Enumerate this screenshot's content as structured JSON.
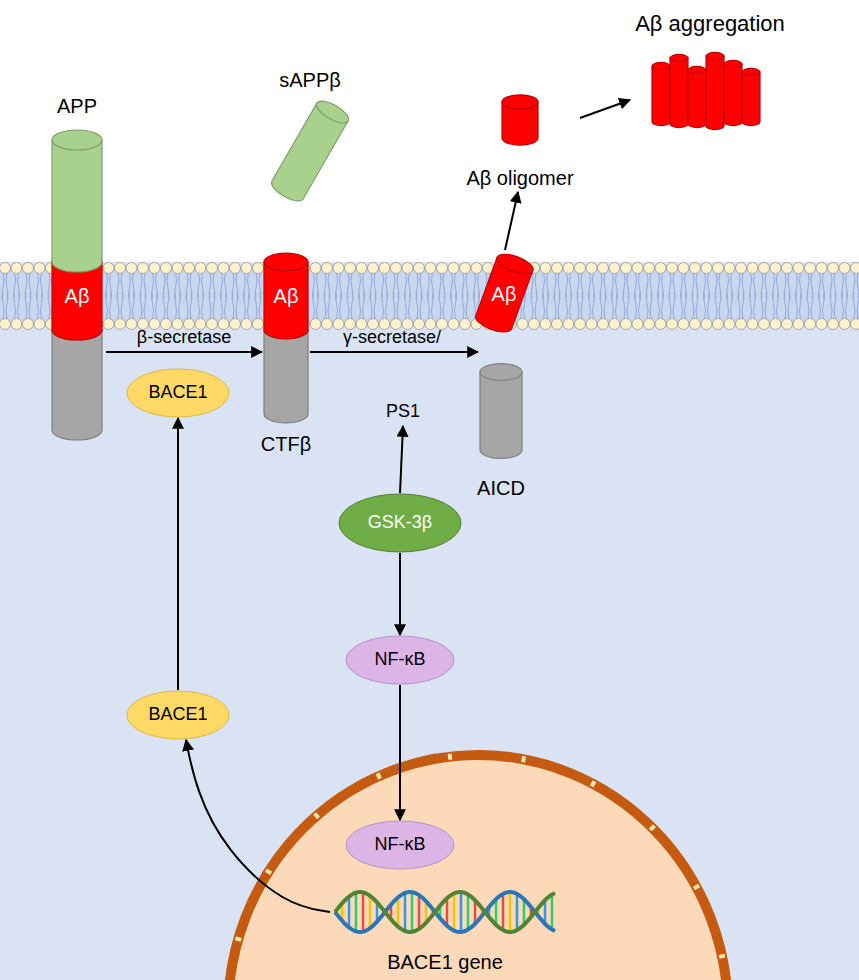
{
  "diagram": {
    "nodes": [
      {
        "text": [
          "APP",
          "Aβ"
        ]
      },
      {
        "text": [
          "sAPPβ"
        ]
      },
      {
        "text": [
          "Aβ aggregation"
        ]
      },
      {
        "text": [
          "Aβ oligomer"
        ]
      },
      {
        "text": [
          "Aβ",
          "CTFβ"
        ]
      },
      {
        "text": [
          "Aβ"
        ]
      },
      {
        "text": [
          "BACE1"
        ]
      },
      {
        "text": [
          "PS1"
        ]
      },
      {
        "text": [
          "AICD"
        ]
      },
      {
        "text": [
          "GSK-3β"
        ]
      },
      {
        "text": [
          "NF-κB"
        ]
      },
      {
        "text": [
          "BACE1"
        ]
      },
      {
        "text": [
          "NF-κB"
        ]
      },
      {
        "text": [
          "BACE1 gene"
        ]
      }
    ],
    "edges": [
      {
        "from": 0,
        "to": 4,
        "arrow": "to",
        "label": "β-secretase"
      },
      {
        "from": 4,
        "to": 5,
        "arrow": "to",
        "label": "γ-secretase/"
      },
      {
        "from": 5,
        "to": 3,
        "arrow": "to"
      },
      {
        "from": 3,
        "to": 2,
        "arrow": "to"
      },
      {
        "from": 9,
        "to": 7,
        "arrow": "to"
      },
      {
        "from": 9,
        "to": 10,
        "arrow": "to"
      },
      {
        "from": 10,
        "to": 12,
        "arrow": "to"
      },
      {
        "from": 13,
        "to": 11,
        "arrow": "to"
      },
      {
        "from": 11,
        "to": 6,
        "arrow": "to"
      }
    ]
  }
}
